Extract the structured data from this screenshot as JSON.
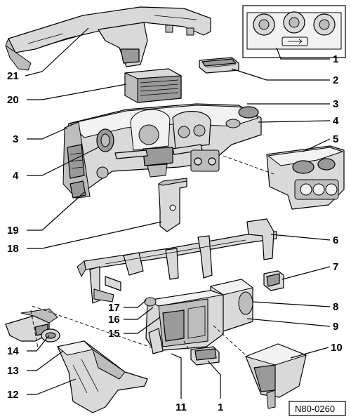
{
  "callouts": [
    {
      "id": "c1-top",
      "label": "1"
    },
    {
      "id": "c2",
      "label": "2"
    },
    {
      "id": "c3-right",
      "label": "3"
    },
    {
      "id": "c4-right",
      "label": "4"
    },
    {
      "id": "c5",
      "label": "5"
    },
    {
      "id": "c6",
      "label": "6"
    },
    {
      "id": "c7",
      "label": "7"
    },
    {
      "id": "c8",
      "label": "8"
    },
    {
      "id": "c9",
      "label": "9"
    },
    {
      "id": "c10",
      "label": "10"
    },
    {
      "id": "c21",
      "label": "21"
    },
    {
      "id": "c20",
      "label": "20"
    },
    {
      "id": "c3-left",
      "label": "3"
    },
    {
      "id": "c4-left",
      "label": "4"
    },
    {
      "id": "c19",
      "label": "19"
    },
    {
      "id": "c18",
      "label": "18"
    },
    {
      "id": "c17",
      "label": "17"
    },
    {
      "id": "c16",
      "label": "16"
    },
    {
      "id": "c15",
      "label": "15"
    },
    {
      "id": "c14",
      "label": "14"
    },
    {
      "id": "c13",
      "label": "13"
    },
    {
      "id": "c12",
      "label": "12"
    },
    {
      "id": "c11",
      "label": "11"
    },
    {
      "id": "c1-bottom",
      "label": "1"
    }
  ],
  "reference_code": "N80-0260",
  "colors": {
    "line": "#000000",
    "part_fill": "#d9d9d9",
    "shadow": "#9a9a9a",
    "background": "#ffffff"
  }
}
